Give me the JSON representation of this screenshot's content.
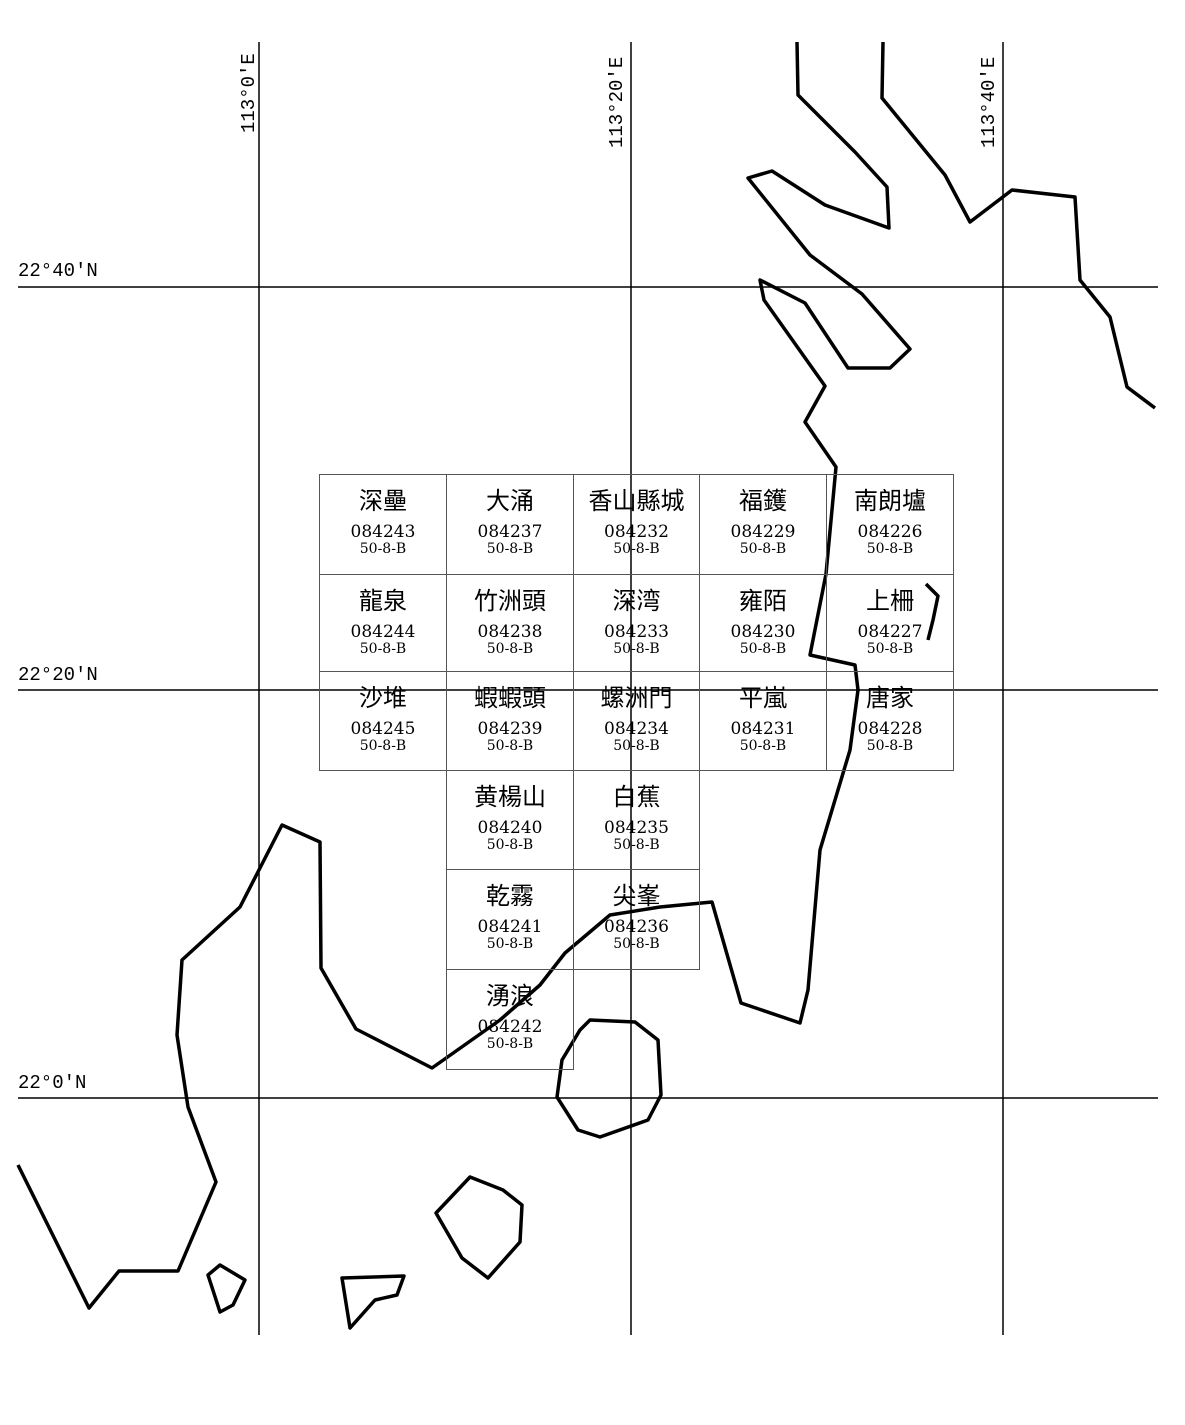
{
  "longitude_labels": [
    "113°0′E",
    "113°20′E",
    "113°40′E"
  ],
  "latitude_labels": [
    "22°40′N",
    "22°20′N",
    "22°0′N"
  ],
  "sheets": [
    {
      "name": "深壘",
      "code": "084243",
      "series": "50-8-B"
    },
    {
      "name": "大涌",
      "code": "084237",
      "series": "50-8-B"
    },
    {
      "name": "香山縣城",
      "code": "084232",
      "series": "50-8-B"
    },
    {
      "name": "福鑊",
      "code": "084229",
      "series": "50-8-B"
    },
    {
      "name": "南朗壚",
      "code": "084226",
      "series": "50-8-B"
    },
    {
      "name": "龍泉",
      "code": "084244",
      "series": "50-8-B"
    },
    {
      "name": "竹洲頭",
      "code": "084238",
      "series": "50-8-B"
    },
    {
      "name": "深湾",
      "code": "084233",
      "series": "50-8-B"
    },
    {
      "name": "雍陌",
      "code": "084230",
      "series": "50-8-B"
    },
    {
      "name": "上柵",
      "code": "084227",
      "series": "50-8-B"
    },
    {
      "name": "沙堆",
      "code": "084245",
      "series": "50-8-B"
    },
    {
      "name": "蝦蝦頭",
      "code": "084239",
      "series": "50-8-B"
    },
    {
      "name": "螺洲門",
      "code": "084234",
      "series": "50-8-B"
    },
    {
      "name": "平嵐",
      "code": "084231",
      "series": "50-8-B"
    },
    {
      "name": "唐家",
      "code": "084228",
      "series": "50-8-B"
    },
    {
      "name": "黄楊山",
      "code": "084240",
      "series": "50-8-B"
    },
    {
      "name": "白蕉",
      "code": "084235",
      "series": "50-8-B"
    },
    {
      "name": "乾霧",
      "code": "084241",
      "series": "50-8-B"
    },
    {
      "name": "尖峯",
      "code": "084236",
      "series": "50-8-B"
    },
    {
      "name": "湧浪",
      "code": "084242",
      "series": "50-8-B"
    }
  ]
}
